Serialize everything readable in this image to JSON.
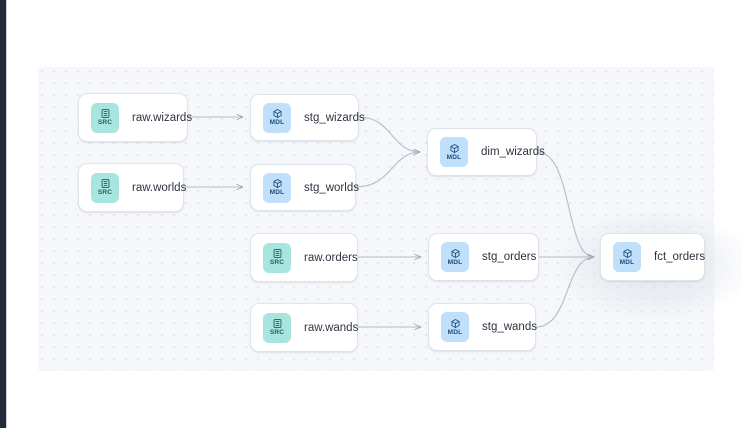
{
  "window": {
    "rail_color": "#222b3a",
    "background": "#ffffff"
  },
  "canvas": {
    "name": "lineage-graph",
    "background": "#f5f7fa",
    "grid": "dotted",
    "grid_dot_color": "#e3e7ee"
  },
  "legend": {
    "source_badge": "SRC",
    "model_badge": "MDL",
    "source_color": "#a8e5de",
    "model_color": "#bfdffb"
  },
  "nodes": [
    {
      "id": "raw_wizards",
      "label": "raw.wizards",
      "type": "SRC",
      "icon": "database-icon"
    },
    {
      "id": "raw_worlds",
      "label": "raw.worlds",
      "type": "SRC",
      "icon": "database-icon"
    },
    {
      "id": "raw_orders",
      "label": "raw.orders",
      "type": "SRC",
      "icon": "database-icon"
    },
    {
      "id": "raw_wands",
      "label": "raw.wands",
      "type": "SRC",
      "icon": "database-icon"
    },
    {
      "id": "stg_wizards",
      "label": "stg_wizards",
      "type": "MDL",
      "icon": "cube-icon"
    },
    {
      "id": "stg_worlds",
      "label": "stg_worlds",
      "type": "MDL",
      "icon": "cube-icon"
    },
    {
      "id": "stg_orders",
      "label": "stg_orders",
      "type": "MDL",
      "icon": "cube-icon"
    },
    {
      "id": "stg_wands",
      "label": "stg_wands",
      "type": "MDL",
      "icon": "cube-icon"
    },
    {
      "id": "dim_wizards",
      "label": "dim_wizards",
      "type": "MDL",
      "icon": "cube-icon"
    },
    {
      "id": "fct_orders",
      "label": "fct_orders",
      "type": "MDL",
      "icon": "cube-icon"
    }
  ],
  "edges": [
    {
      "from": "raw_wizards",
      "to": "stg_wizards"
    },
    {
      "from": "raw_worlds",
      "to": "stg_worlds"
    },
    {
      "from": "raw_orders",
      "to": "stg_orders"
    },
    {
      "from": "raw_wands",
      "to": "stg_wands"
    },
    {
      "from": "stg_wizards",
      "to": "dim_wizards"
    },
    {
      "from": "stg_worlds",
      "to": "dim_wizards"
    },
    {
      "from": "dim_wizards",
      "to": "fct_orders"
    },
    {
      "from": "stg_orders",
      "to": "fct_orders"
    },
    {
      "from": "stg_wands",
      "to": "fct_orders"
    }
  ]
}
